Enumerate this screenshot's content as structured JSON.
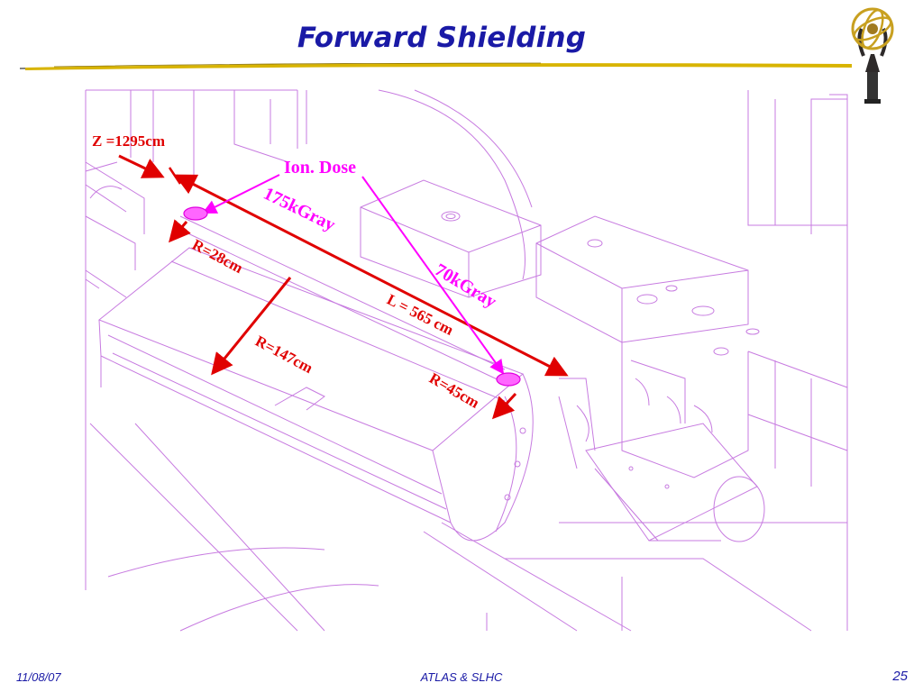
{
  "slide": {
    "title": "Forward Shielding",
    "footer_date": "11/08/07",
    "footer_center": "ATLAS & SLHC",
    "page_number": "25"
  },
  "diagram": {
    "labels": {
      "z_position": "Z =1295cm",
      "ion_dose": "Ion. Dose",
      "dose_inner": "175kGray",
      "dose_outer": "70kGray",
      "length": "L = 565 cm",
      "r_inner": "R=28cm",
      "r_outer": "R=147cm",
      "r_mid": "R=45cm"
    },
    "colors": {
      "annotation_red": "#e00000",
      "annotation_magenta": "#ff00ff",
      "drawing_lines": "#c77be0",
      "title_blue": "#1a1aa6",
      "divider_gold": "#c8a000"
    }
  }
}
